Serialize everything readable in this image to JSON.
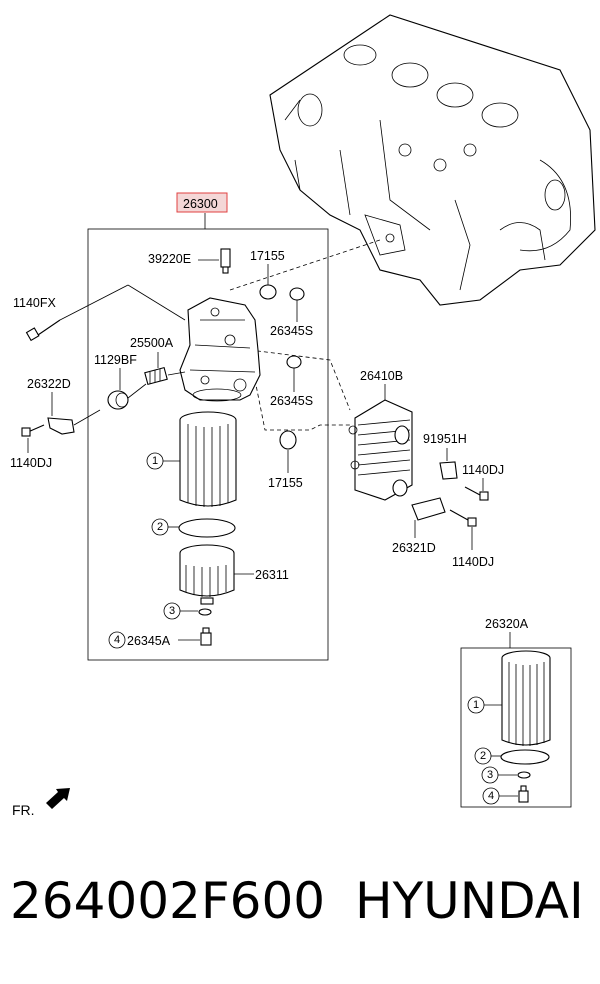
{
  "main_assembly": {
    "assembly_number": "26300",
    "labels": {
      "sensor": "39220E",
      "gasket_top": "17155",
      "oring_upper": "26345S",
      "bolt_left": "1140FX",
      "valve": "25500A",
      "cap_plug": "1129BF",
      "bracket_left": "26322D",
      "bolt_left_lower": "1140DJ",
      "oring_mid": "26345S",
      "gasket_lower": "17155",
      "cooler": "26410B",
      "sensor_right": "91951H",
      "bolt_right_upper": "1140DJ",
      "bracket_right": "26321D",
      "bolt_right_lower": "1140DJ",
      "cap": "26311",
      "drain_plug": "26345A"
    },
    "callouts": [
      "1",
      "2",
      "3",
      "4"
    ]
  },
  "kit": {
    "title": "26320A",
    "callouts": [
      "1",
      "2",
      "3",
      "4"
    ]
  },
  "direction_label": "FR.",
  "footer": {
    "part_number": "264002F600",
    "brand": "HYUNDAI"
  }
}
